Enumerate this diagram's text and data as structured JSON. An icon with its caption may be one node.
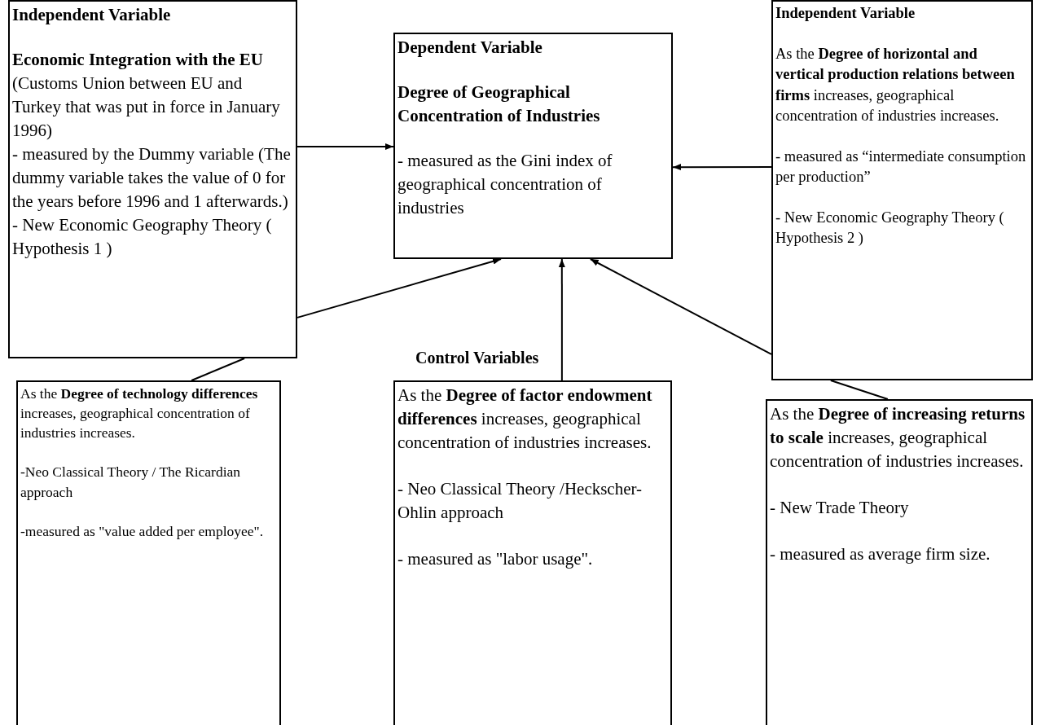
{
  "diagram": {
    "nodes": [
      {
        "text": [
          "Independent Variable",
          "**Economic Integration  with the EU** (Customs Union between EU and Turkey that was put in force in January 1996)",
          "- measured by the Dummy variable (The dummy variable takes the value of 0 for the years before 1996 and 1 afterwards.)",
          "- New Economic Geography Theory ( Hypothesis 1 )"
        ]
      },
      {
        "text": [
          "Dependent Variable",
          "Degree of Geographical Concentration of Industries",
          "- measured as the Gini index of geographical concentration of industries"
        ]
      },
      {
        "text": [
          "Independent Variable",
          "As the **Degree of horizontal and vertical production relations between firms** increases, geographical concentration of industries increases.",
          "- measured as  “intermediate consumption per production”",
          "- New Economic Geography Theory ( Hypothesis 2 )"
        ]
      },
      {
        "text": [
          "As the **Degree of technology differences** increases, geographical concentration of industries increases.",
          "-Neo Classical Theory / The Ricardian approach",
          "-measured as \"value added per employee\"."
        ]
      },
      {
        "text": [
          "As the **Degree of factor endowment differences** increases, geographical concentration of industries increases.",
          "- Neo Classical Theory /Heckscher-Ohlin approach",
          "- measured as \"labor usage\"."
        ]
      },
      {
        "text": [
          "As the **Degree of increasing returns to scale** increases, geographical concentration of industries increases.",
          "- New Trade Theory",
          "- measured as average firm size."
        ]
      }
    ],
    "edges": [
      {
        "from": 0,
        "to": 1,
        "arrow": "to"
      },
      {
        "from": 2,
        "to": 1,
        "arrow": "to"
      },
      {
        "from": 3,
        "to": 0,
        "arrow": "none"
      },
      {
        "from": 0,
        "to": 1,
        "arrow": "to"
      },
      {
        "from": 4,
        "to": 1,
        "arrow": "to"
      },
      {
        "from": 5,
        "to": 2,
        "arrow": "none"
      },
      {
        "from": 2,
        "to": 1,
        "arrow": "to"
      }
    ],
    "labels": [
      "Control Variables"
    ]
  }
}
